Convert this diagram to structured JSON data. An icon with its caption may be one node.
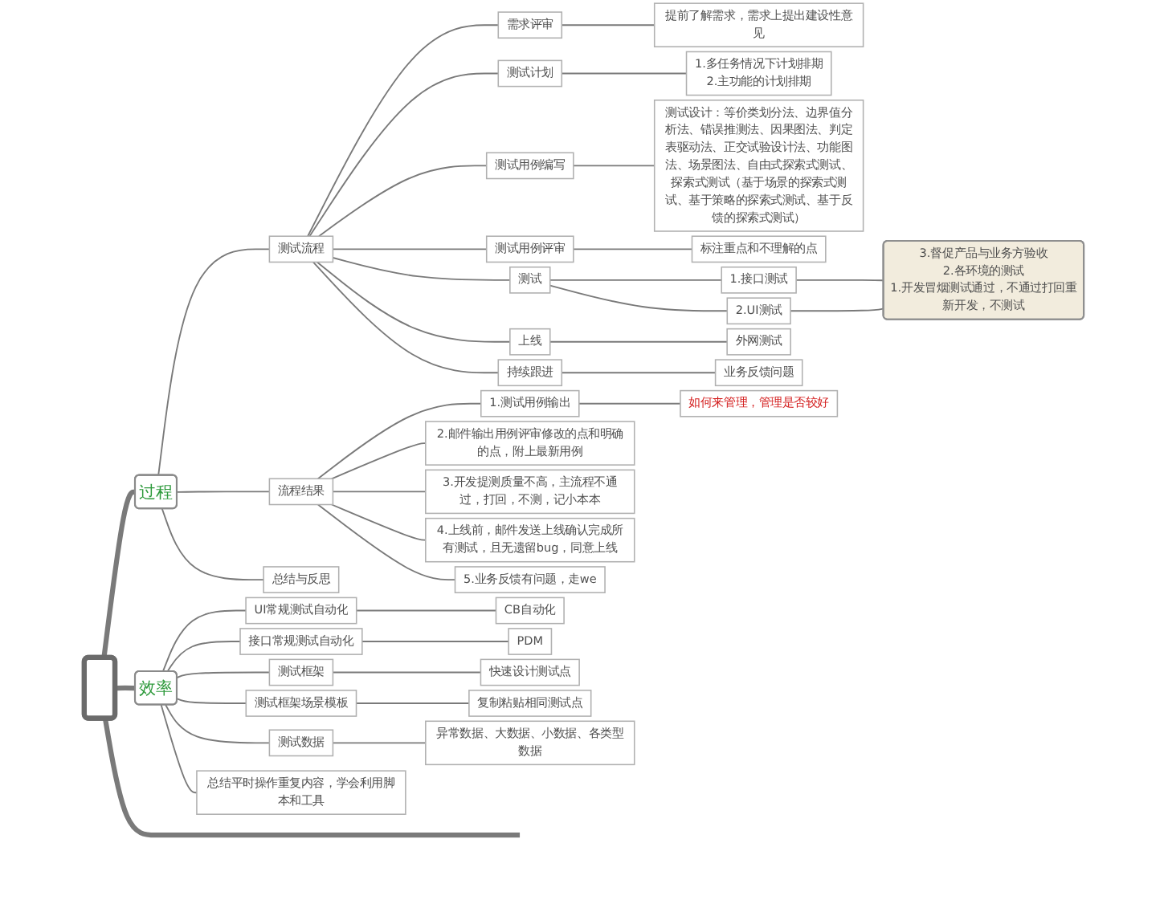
{
  "diagram": {
    "nodes": [
      {
        "text": [],
        "shape": "box"
      },
      {
        "text": [
          "过程"
        ]
      },
      {
        "text": [
          "测试流程"
        ]
      },
      {
        "text": [
          "需求评审"
        ]
      },
      {
        "text": [
          "提前了解需求，需求上提出建设性意见"
        ]
      },
      {
        "text": [
          "测试计划"
        ]
      },
      {
        "text": [
          "1.多任务情况下计划排期",
          "2.主功能的计划排期"
        ]
      },
      {
        "text": [
          "测试用例编写"
        ]
      },
      {
        "text": [
          "测试设计：等价类划分法、边界值分析法、错误推测法、因果图法、判定表驱动法、正交试验设计法、功能图法、场景图法、自由式探索式测试、探索式测试（基于场景的探索式测试、基于策略的探索式测试、基于反馈的探索式测试）"
        ]
      },
      {
        "text": [
          "测试用例评审"
        ]
      },
      {
        "text": [
          "标注重点和不理解的点"
        ]
      },
      {
        "text": [
          "测试"
        ]
      },
      {
        "text": [
          "1.接口测试"
        ]
      },
      {
        "text": [
          "2.UI测试"
        ]
      },
      {
        "text": [
          "3.督促产品与业务方验收",
          "2.各环境的测试",
          "1.开发冒烟测试通过，不通过打回重新开发，不测试"
        ]
      },
      {
        "text": [
          "上线"
        ]
      },
      {
        "text": [
          "外网测试"
        ]
      },
      {
        "text": [
          "持续跟进"
        ]
      },
      {
        "text": [
          "业务反馈问题"
        ]
      },
      {
        "text": [
          "流程结果"
        ]
      },
      {
        "text": [
          "1.测试用例输出"
        ]
      },
      {
        "text": [
          "如何来管理，管理是否较好"
        ]
      },
      {
        "text": [
          "2.邮件输出用例评审修改的点和明确的点，附上最新用例"
        ]
      },
      {
        "text": [
          "3.开发提测质量不高，主流程不通过，打回，不测，记小本本"
        ]
      },
      {
        "text": [
          "4.上线前，邮件发送上线确认完成所有测试，且无遗留bug，同意上线"
        ]
      },
      {
        "text": [
          "5.业务反馈有问题，走we"
        ]
      },
      {
        "text": [
          "总结与反思"
        ]
      },
      {
        "text": [
          "效率"
        ]
      },
      {
        "text": [
          "UI常规测试自动化"
        ]
      },
      {
        "text": [
          "CB自动化"
        ]
      },
      {
        "text": [
          "接口常规测试自动化"
        ]
      },
      {
        "text": [
          "PDM"
        ]
      },
      {
        "text": [
          "测试框架"
        ]
      },
      {
        "text": [
          "快速设计测试点"
        ]
      },
      {
        "text": [
          "测试框架场景模板"
        ]
      },
      {
        "text": [
          "复制粘贴相同测试点"
        ]
      },
      {
        "text": [
          "测试数据"
        ]
      },
      {
        "text": [
          "异常数据、大数据、小数据、各类型数据"
        ]
      },
      {
        "text": [
          "总结平时操作重复内容，学会利用脚本和工具"
        ]
      }
    ],
    "edges": [
      {
        "from": 0,
        "to": 1,
        "arrow": "none",
        "style": "thick"
      },
      {
        "from": 1,
        "to": 2,
        "arrow": "none"
      },
      {
        "from": 2,
        "to": 3,
        "arrow": "none"
      },
      {
        "from": 3,
        "to": 4,
        "arrow": "none"
      },
      {
        "from": 2,
        "to": 5,
        "arrow": "none"
      },
      {
        "from": 5,
        "to": 6,
        "arrow": "none"
      },
      {
        "from": 2,
        "to": 7,
        "arrow": "none"
      },
      {
        "from": 7,
        "to": 8,
        "arrow": "none"
      },
      {
        "from": 2,
        "to": 9,
        "arrow": "none"
      },
      {
        "from": 9,
        "to": 10,
        "arrow": "none"
      },
      {
        "from": 2,
        "to": 11,
        "arrow": "none"
      },
      {
        "from": 11,
        "to": 12,
        "arrow": "none"
      },
      {
        "from": 11,
        "to": 13,
        "arrow": "none"
      },
      {
        "from": 12,
        "to": 14,
        "arrow": "none"
      },
      {
        "from": 13,
        "to": 14,
        "arrow": "none"
      },
      {
        "from": 2,
        "to": 15,
        "arrow": "none"
      },
      {
        "from": 15,
        "to": 16,
        "arrow": "none"
      },
      {
        "from": 2,
        "to": 17,
        "arrow": "none"
      },
      {
        "from": 17,
        "to": 18,
        "arrow": "none"
      },
      {
        "from": 1,
        "to": 19,
        "arrow": "none"
      },
      {
        "from": 19,
        "to": 20,
        "arrow": "none"
      },
      {
        "from": 20,
        "to": 21,
        "arrow": "none"
      },
      {
        "from": 19,
        "to": 22,
        "arrow": "none"
      },
      {
        "from": 19,
        "to": 23,
        "arrow": "none"
      },
      {
        "from": 19,
        "to": 24,
        "arrow": "none"
      },
      {
        "from": 19,
        "to": 25,
        "arrow": "none"
      },
      {
        "from": 1,
        "to": 26,
        "arrow": "none"
      },
      {
        "from": 0,
        "to": 27,
        "arrow": "none",
        "style": "thick"
      },
      {
        "from": 27,
        "to": 28,
        "arrow": "none"
      },
      {
        "from": 28,
        "to": 29,
        "arrow": "none"
      },
      {
        "from": 27,
        "to": 30,
        "arrow": "none"
      },
      {
        "from": 30,
        "to": 31,
        "arrow": "none"
      },
      {
        "from": 27,
        "to": 32,
        "arrow": "none"
      },
      {
        "from": 32,
        "to": 33,
        "arrow": "none"
      },
      {
        "from": 27,
        "to": 34,
        "arrow": "none"
      },
      {
        "from": 34,
        "to": 35,
        "arrow": "none"
      },
      {
        "from": 27,
        "to": 36,
        "arrow": "none"
      },
      {
        "from": 36,
        "to": 37,
        "arrow": "none"
      },
      {
        "from": 27,
        "to": 38,
        "arrow": "none"
      },
      {
        "from": 0,
        "to": null,
        "arrow": "none",
        "style": "thick"
      }
    ]
  }
}
